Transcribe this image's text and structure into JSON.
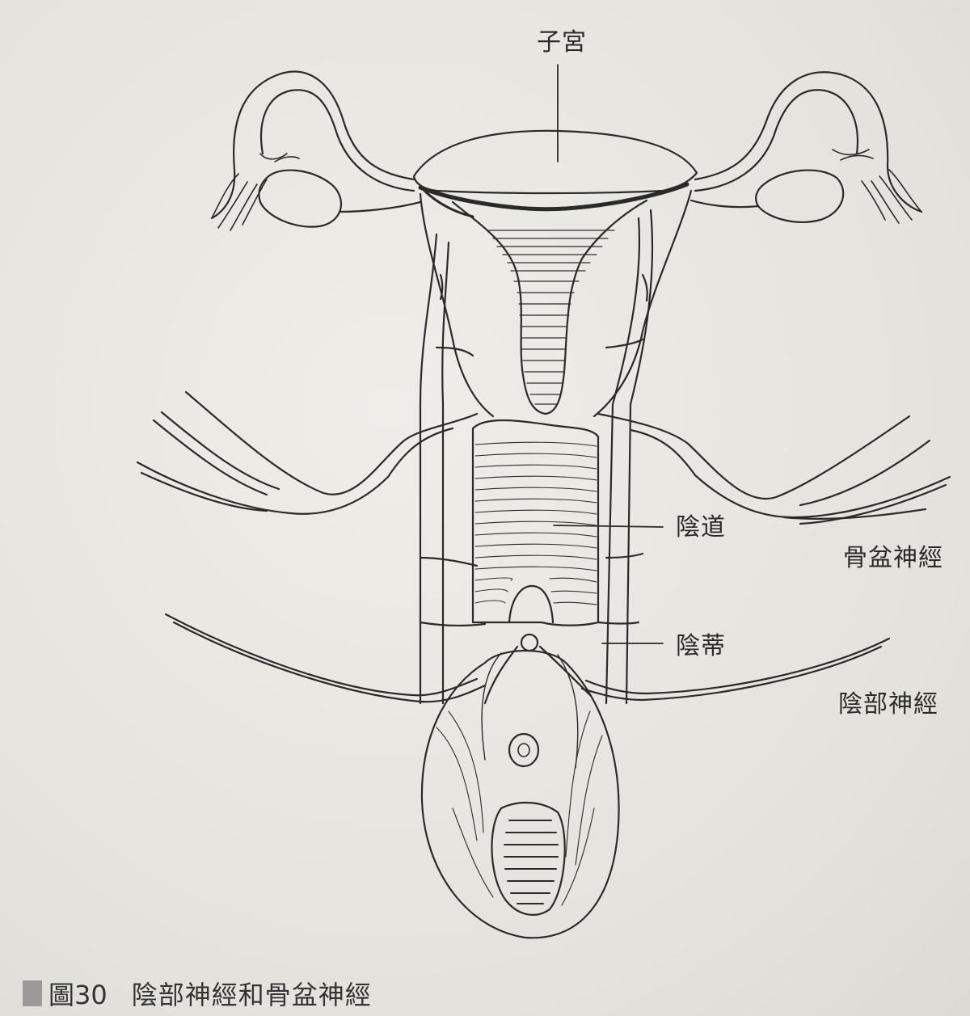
{
  "labels": {
    "uterus": "子宮",
    "vagina": "陰道",
    "pelvic_nerve": "骨盆神經",
    "clitoris": "陰蒂",
    "pudendal_nerve": "陰部神經"
  },
  "caption": {
    "figure": "圖30",
    "title": "陰部神經和骨盆神經"
  },
  "colors": {
    "ink": "#2a2a2a",
    "paper": "#e8e6e0",
    "caption_marker": "#9a9a9a"
  }
}
